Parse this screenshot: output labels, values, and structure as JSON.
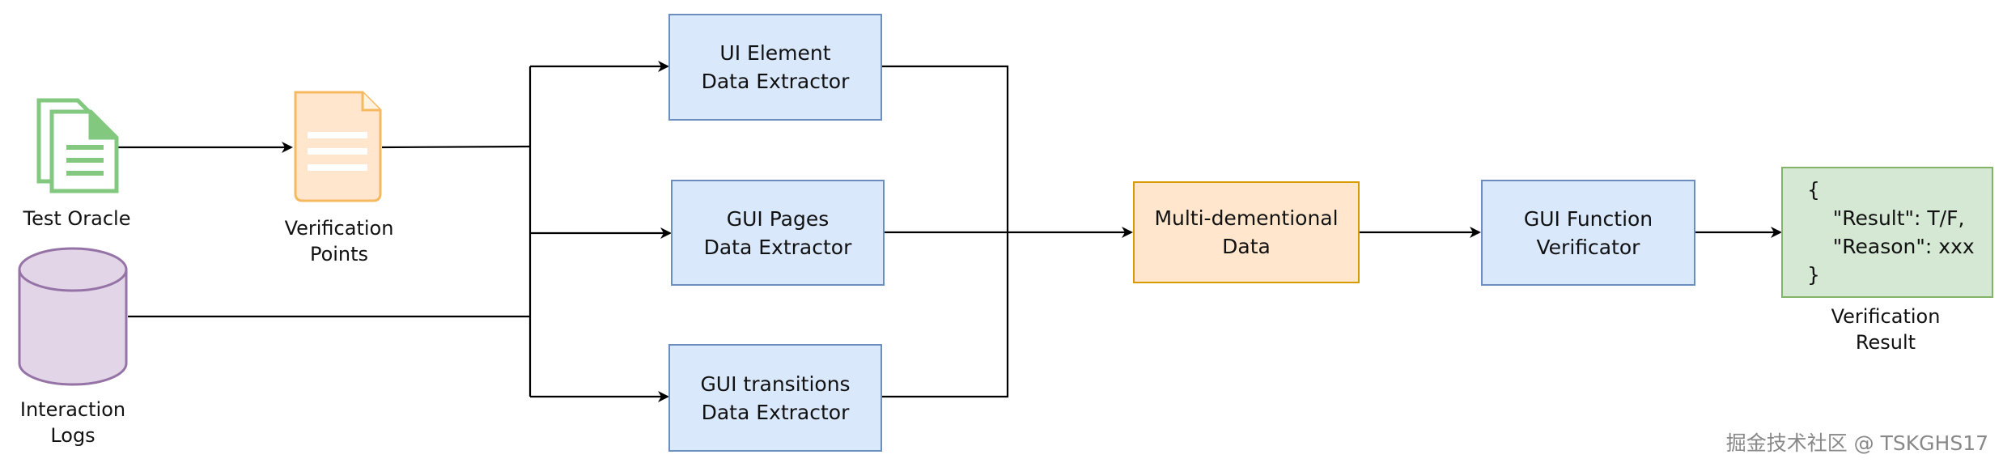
{
  "inputs": {
    "test_oracle": "Test Oracle",
    "verification_points": "Verification\nPoints",
    "interaction_logs": "Interaction\nLogs"
  },
  "extractors": {
    "ui_element": "UI Element\nData Extractor",
    "gui_pages": "GUI Pages\nData Extractor",
    "gui_transitions": "GUI transitions\nData Extractor"
  },
  "multi_data": "Multi-demention­al\nData",
  "verificator": "GUI Function\nVerificator",
  "result": {
    "json": "{\n    \"Result\": T/F,\n    \"Reason\": xxx\n}",
    "caption": "Verification\nResult"
  },
  "watermark": "掘金技术社区 @ TSKGHS17",
  "colors": {
    "extractor_fill": "#dae8fc",
    "multi_fill": "#ffe6cc",
    "result_fill": "#d5e8d4",
    "document_icon": "#82c97f",
    "verification_icon": "#f5b95f",
    "database_icon": "#e1d5e7"
  }
}
